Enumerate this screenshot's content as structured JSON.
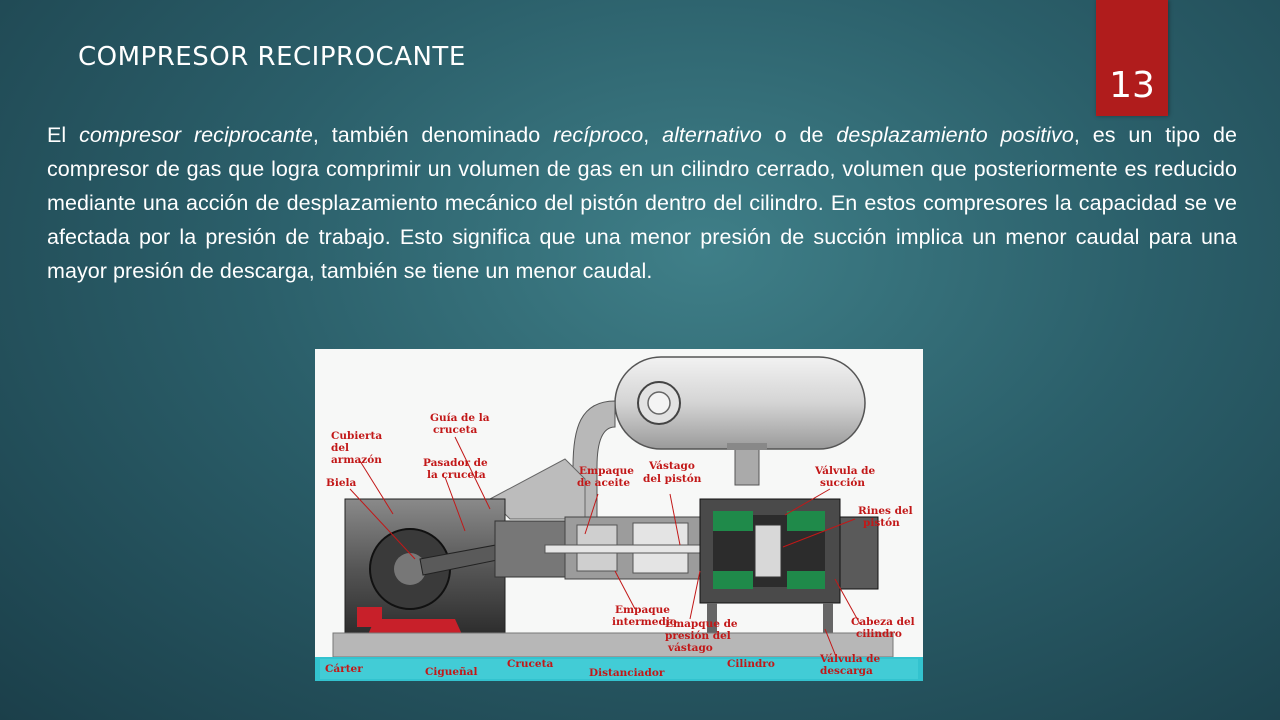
{
  "slide": {
    "title": "COMPRESOR RECIPROCANTE",
    "page_number": "13"
  },
  "paragraph": {
    "s1": "El ",
    "s2": "compresor reciprocante",
    "s3": ", también denominado ",
    "s4": "recíproco",
    "s5": ", ",
    "s6": "alternativo",
    "s7": " o de ",
    "s8": "desplazamiento positivo",
    "s9": ", es un tipo de compresor de gas que logra comprimir un volumen de gas en un cilindro cerrado, volumen que posteriormente es reducido mediante una acción de desplazamiento mecánico del pistón dentro del cilindro. En estos compresores la capacidad se ve afectada por la presión de trabajo. Esto significa que una menor presión de succión implica un menor caudal para una mayor presión de descarga, también se tiene un menor caudal."
  },
  "diagram_labels": {
    "guia_l1": "Guía de la",
    "guia_l2": "cruceta",
    "cubierta_l1": "Cubierta",
    "cubierta_l2": "del",
    "cubierta_l3": "armazón",
    "pasador_l1": "Pasador de",
    "pasador_l2": "la cruceta",
    "biela": "Biela",
    "empaque_aceite_l1": "Empaque",
    "empaque_aceite_l2": "de aceite",
    "vastago_l1": "Vástago",
    "vastago_l2": "del pistón",
    "valvula_succion_l1": "Válvula de",
    "valvula_succion_l2": "succión",
    "rines_l1": "Rines del",
    "rines_l2": "pistón",
    "empaque_intermedio_l1": "Empaque",
    "empaque_intermedio_l2": "intermedio",
    "empaque_presion_l1": "Emapque de",
    "empaque_presion_l2": "presión del",
    "empaque_presion_l3": "vástago",
    "cabeza_l1": "Cabeza del",
    "cabeza_l2": "cilindro",
    "carter": "Cárter",
    "cigueñal": "Cigueñal",
    "cruceta": "Cruceta",
    "distanciador": "Distanciador",
    "cilindro": "Cilindro",
    "valvula_descarga_l1": "Válvula de",
    "valvula_descarga_l2": "descarga"
  },
  "colors": {
    "background": "#2b5f6a",
    "badge": "#b01c1c",
    "label_red": "#c21818",
    "base_cyan": "#33c3cf"
  }
}
